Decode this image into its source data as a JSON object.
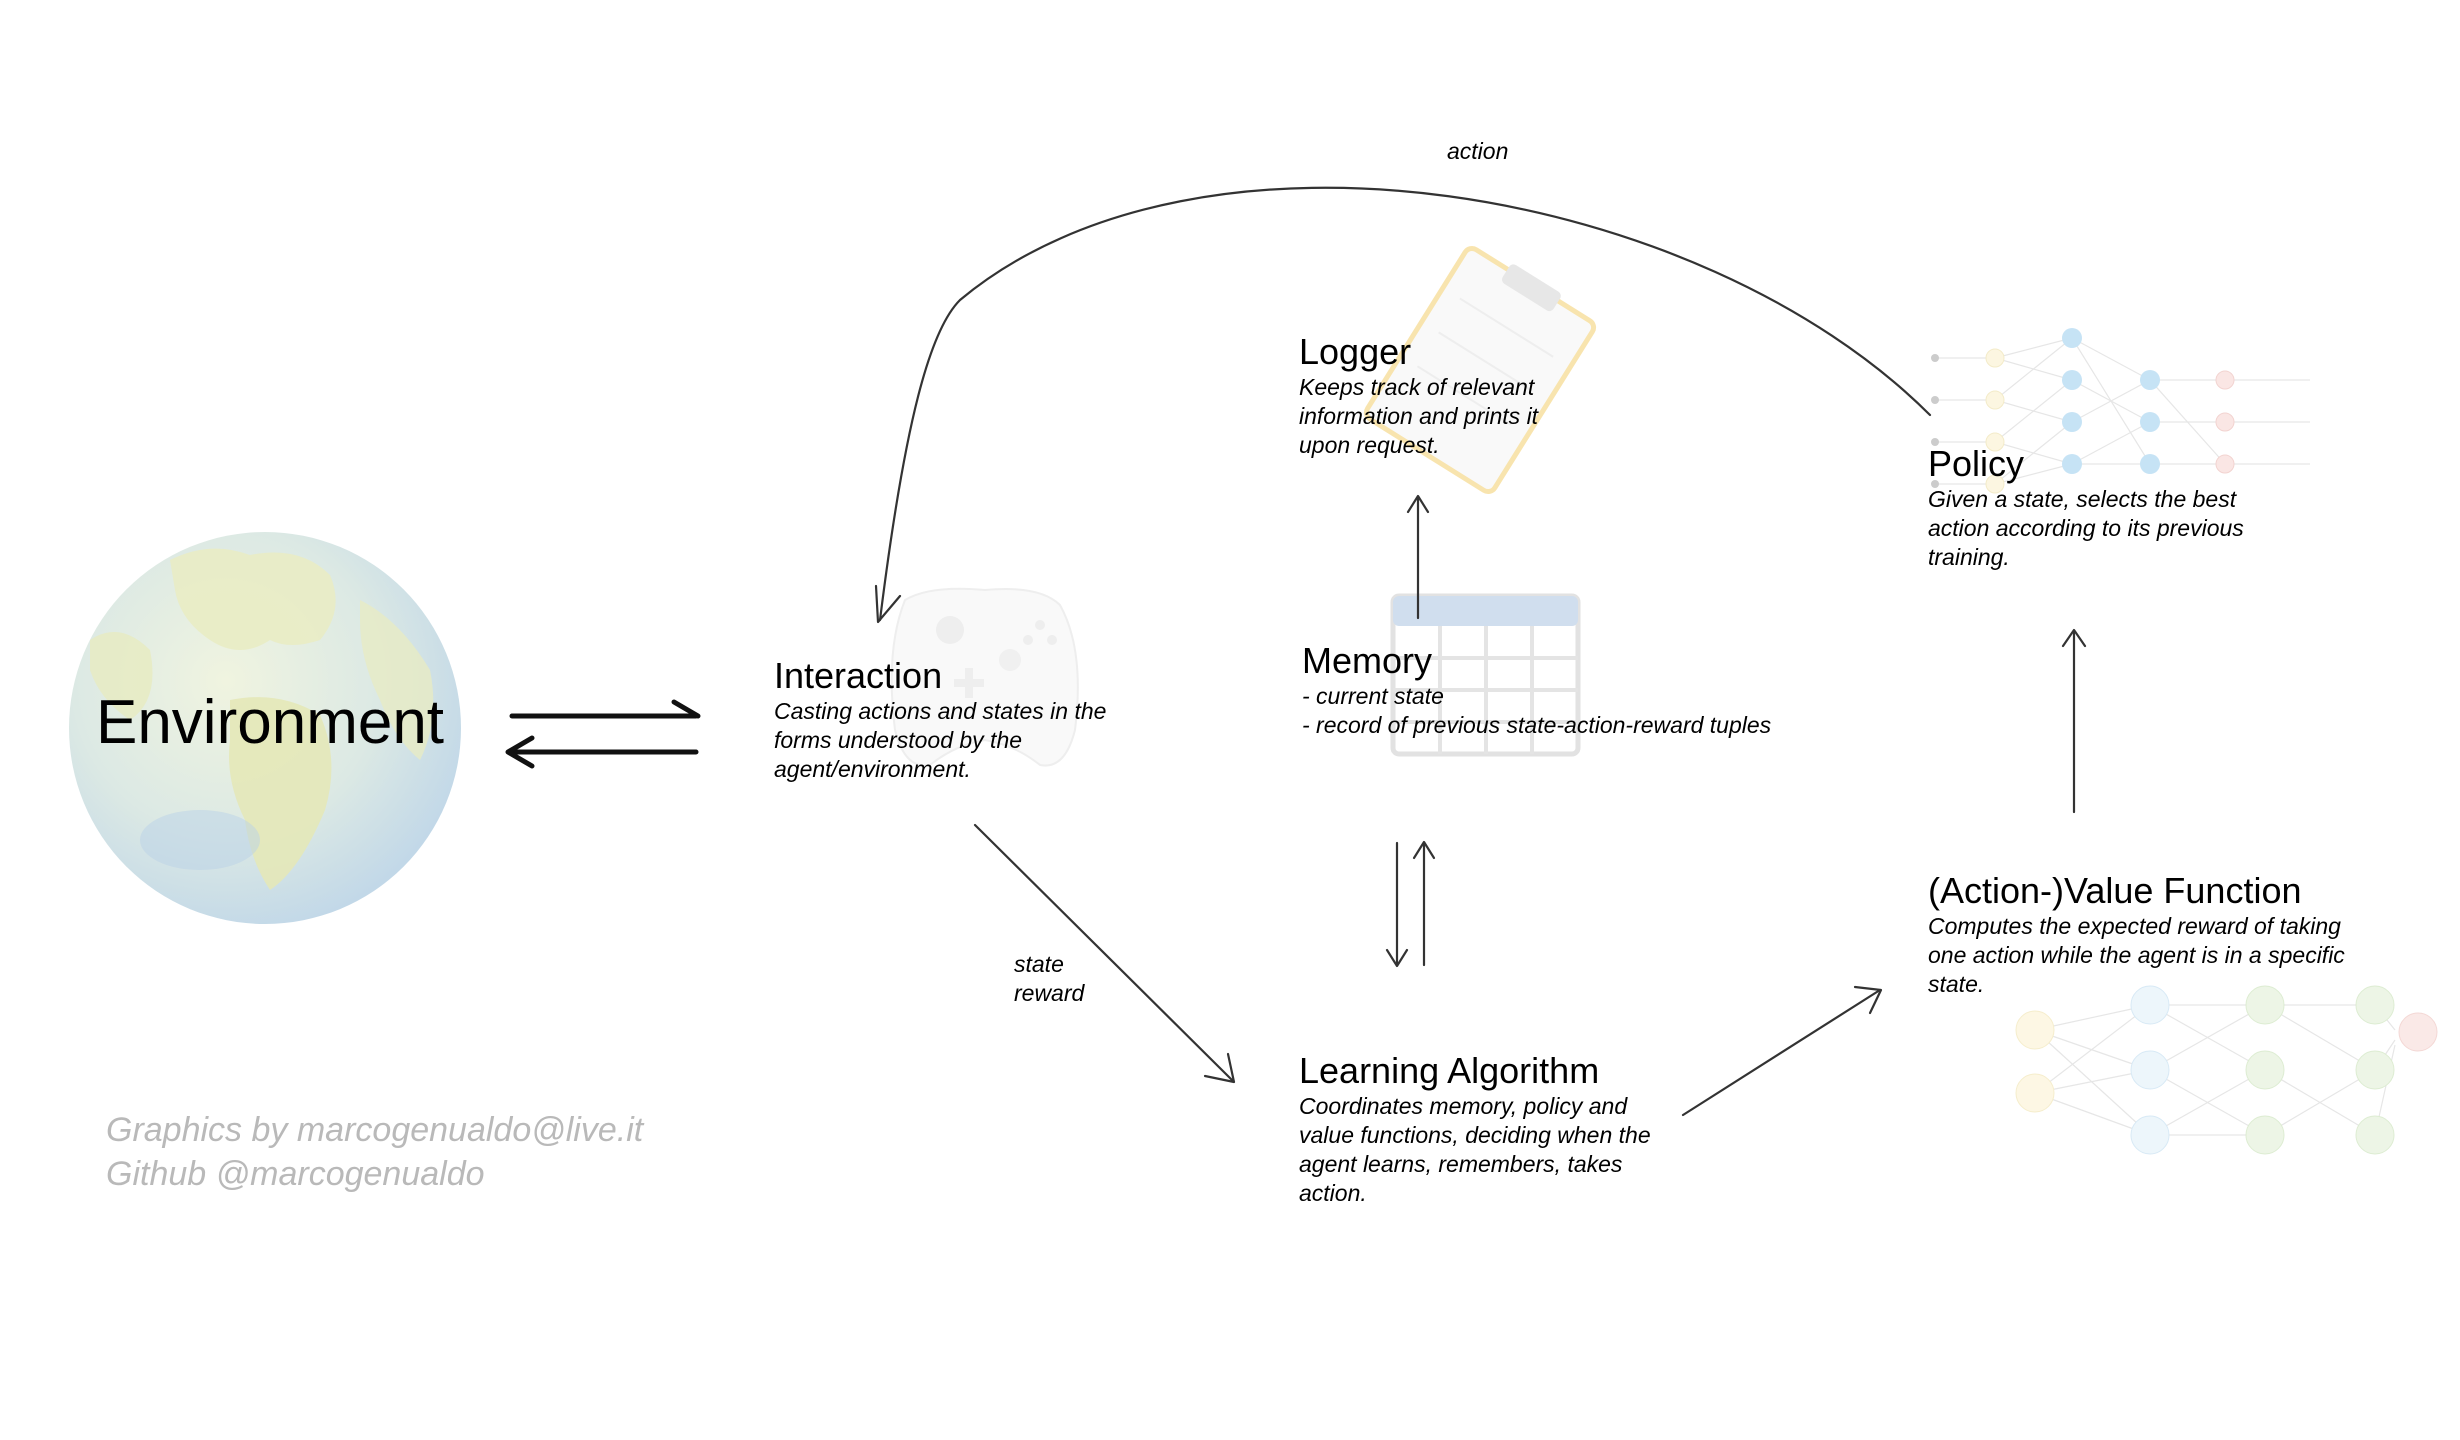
{
  "environment": {
    "label": "Environment"
  },
  "nodes": {
    "interaction": {
      "title": "Interaction",
      "description": "Casting actions and states in the forms understood by the agent/environment."
    },
    "logger": {
      "title": "Logger",
      "description": "Keeps track of relevant information and prints it upon request."
    },
    "memory": {
      "title": "Memory",
      "items": [
        "- current state",
        "- record of previous state-action-reward tuples"
      ]
    },
    "policy": {
      "title": "Policy",
      "description": "Given a state, selects the best action according to its previous training."
    },
    "value_function": {
      "title": "(Action-)Value Function",
      "description": "Computes the expected reward of taking one action while the agent is in a specific state."
    },
    "learning_algorithm": {
      "title": "Learning Algorithm",
      "description": "Coordinates memory, policy and value functions, deciding when the agent learns, remembers, takes action."
    }
  },
  "edges": {
    "action": "action",
    "state": "state",
    "reward": "reward"
  },
  "credits": {
    "line1": "Graphics by marcogenualdo@live.it",
    "line2": "Github @marcogenualdo"
  },
  "icons": [
    "globe-icon",
    "gamepad-icon",
    "clipboard-icon",
    "table-icon",
    "neural-network-icon"
  ],
  "colors": {
    "arrow": "#333333",
    "credits": "#b9b9b9",
    "table": "#c5d6ea",
    "clipboard": "#f5d37a",
    "nn_yellow": "#fbefc4",
    "nn_blue": "#c6e4f6",
    "nn_green": "#d9ebc9",
    "nn_red": "#f6cfcb"
  }
}
